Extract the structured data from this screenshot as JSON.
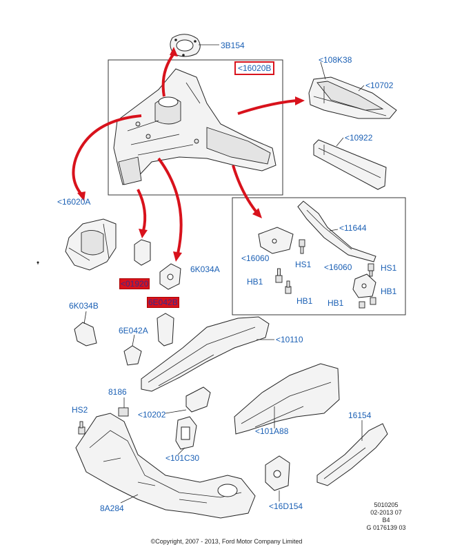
{
  "diagram": {
    "callouts": {
      "c_3B154": "3B154",
      "c_16020B": "<16020B",
      "c_108K38": "<108K38",
      "c_10702": "<10702",
      "c_10922": "<10922",
      "c_16020A": "<16020A",
      "c_11644": "<11644",
      "c_16060_left": "<16060",
      "c_HS1_a": "HS1",
      "c_16060_right": "<16060",
      "c_HS1_b": "HS1",
      "c_HB1_a": "HB1",
      "c_HB1_b": "HB1",
      "c_HB1_c": "HB1",
      "c_HB1_d": "HB1",
      "c_01920": "<01920",
      "c_6K034A": "6K034A",
      "c_6E042B": "6E042B",
      "c_6K034B": "6K034B",
      "c_6E042A": "6E042A",
      "c_10110": "<10110",
      "c_8186": "8186",
      "c_HS2": "HS2",
      "c_10202": "<10202",
      "c_101A88": "<101A88",
      "c_16154": "16154",
      "c_101C30": "<101C30",
      "c_8A284": "8A284",
      "c_16D154": "<16D154"
    },
    "meta": {
      "line1": "5010205",
      "line2": "02-2013 07",
      "line3": "B4",
      "line4": "G 0176139 03"
    },
    "copyright": "©Copyright, 2007 - 2013, Ford Motor Company Limited"
  }
}
